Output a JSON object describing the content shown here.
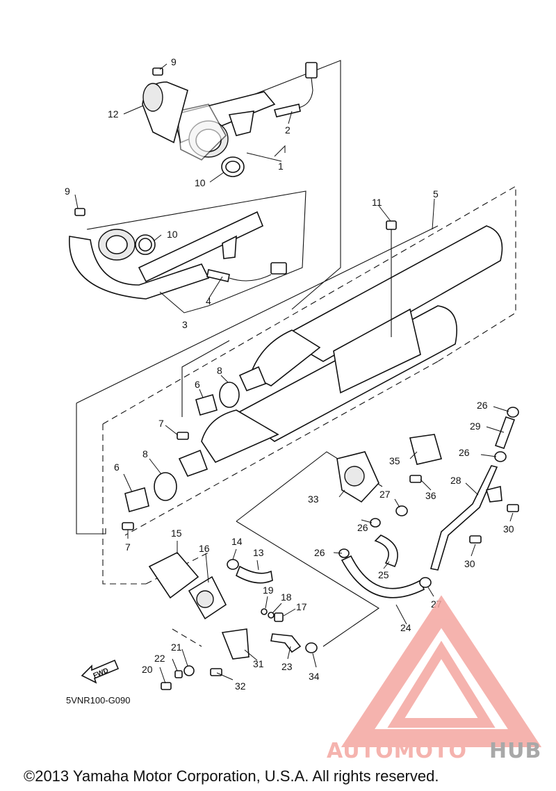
{
  "diagram": {
    "callouts": [
      {
        "id": "c1",
        "label": "1"
      },
      {
        "id": "c2",
        "label": "2"
      },
      {
        "id": "c3",
        "label": "3"
      },
      {
        "id": "c4",
        "label": "4"
      },
      {
        "id": "c5",
        "label": "5"
      },
      {
        "id": "c6a",
        "label": "6"
      },
      {
        "id": "c6b",
        "label": "6"
      },
      {
        "id": "c7a",
        "label": "7"
      },
      {
        "id": "c7b",
        "label": "7"
      },
      {
        "id": "c8a",
        "label": "8"
      },
      {
        "id": "c8b",
        "label": "8"
      },
      {
        "id": "c9a",
        "label": "9"
      },
      {
        "id": "c9b",
        "label": "9"
      },
      {
        "id": "c10a",
        "label": "10"
      },
      {
        "id": "c10b",
        "label": "10"
      },
      {
        "id": "c11",
        "label": "11"
      },
      {
        "id": "c12",
        "label": "12"
      },
      {
        "id": "c13",
        "label": "13"
      },
      {
        "id": "c14",
        "label": "14"
      },
      {
        "id": "c15",
        "label": "15"
      },
      {
        "id": "c16",
        "label": "16"
      },
      {
        "id": "c17",
        "label": "17"
      },
      {
        "id": "c18",
        "label": "18"
      },
      {
        "id": "c19",
        "label": "19"
      },
      {
        "id": "c20",
        "label": "20"
      },
      {
        "id": "c21",
        "label": "21"
      },
      {
        "id": "c22",
        "label": "22"
      },
      {
        "id": "c23",
        "label": "23"
      },
      {
        "id": "c24",
        "label": "24"
      },
      {
        "id": "c25",
        "label": "25"
      },
      {
        "id": "c26a",
        "label": "26"
      },
      {
        "id": "c26b",
        "label": "26"
      },
      {
        "id": "c26c",
        "label": "26"
      },
      {
        "id": "c26d",
        "label": "26"
      },
      {
        "id": "c27a",
        "label": "27"
      },
      {
        "id": "c27b",
        "label": "27"
      },
      {
        "id": "c28",
        "label": "28"
      },
      {
        "id": "c29",
        "label": "29"
      },
      {
        "id": "c30a",
        "label": "30"
      },
      {
        "id": "c30b",
        "label": "30"
      },
      {
        "id": "c31",
        "label": "31"
      },
      {
        "id": "c32",
        "label": "32"
      },
      {
        "id": "c33",
        "label": "33"
      },
      {
        "id": "c34",
        "label": "34"
      },
      {
        "id": "c35",
        "label": "35"
      },
      {
        "id": "c36",
        "label": "36"
      }
    ],
    "fwd_label": "FWD",
    "drawing_code": "5VNR100-G090",
    "copyright": "©2013 Yamaha Motor Corporation, U.S.A. All rights reserved."
  },
  "watermark": {
    "text_accent": "AUTOMOTO",
    "text_dark": "HUB",
    "accent_color": "#f4a6a0",
    "dark_color": "#9a9a9a"
  }
}
